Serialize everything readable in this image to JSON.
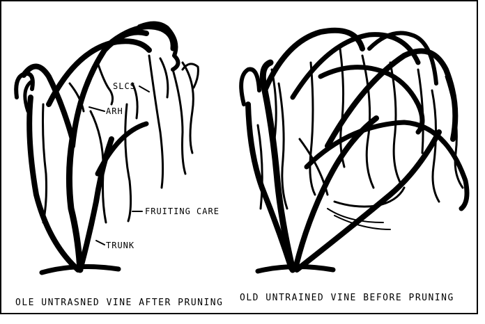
{
  "left_diagram": {
    "labels": {
      "spurs": "SLCS",
      "arm": "ARH",
      "fruiting_cane": "FRUITING CARE",
      "trunk": "TRUNK"
    },
    "caption": "OLE UNTRASNED VINE AFTER PRUNING"
  },
  "right_diagram": {
    "caption": "OLD UNTRAINED VINE BEFORE PRUNING"
  },
  "colors": {
    "ink": "#000000",
    "paper": "#ffffff"
  }
}
